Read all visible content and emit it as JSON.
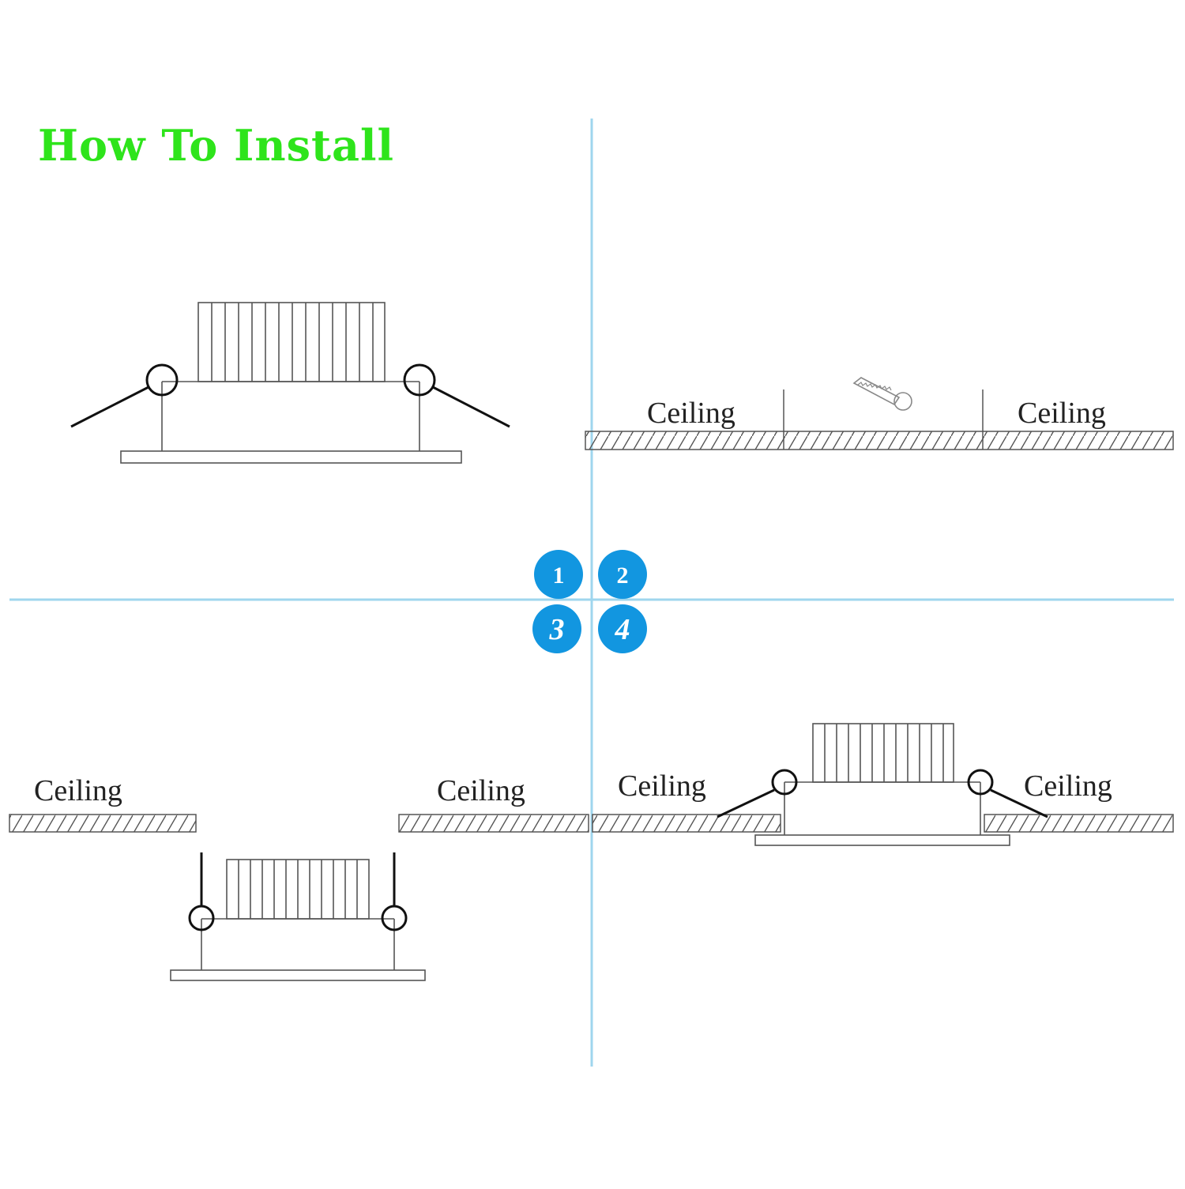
{
  "title": "How To Install",
  "ceiling_label": "Ceiling",
  "steps": [
    "1",
    "2",
    "3",
    "4"
  ],
  "colors": {
    "title": "#2ee41b",
    "divider": "#9fd6ee",
    "badge": "#1296e0",
    "line": "#555555"
  }
}
